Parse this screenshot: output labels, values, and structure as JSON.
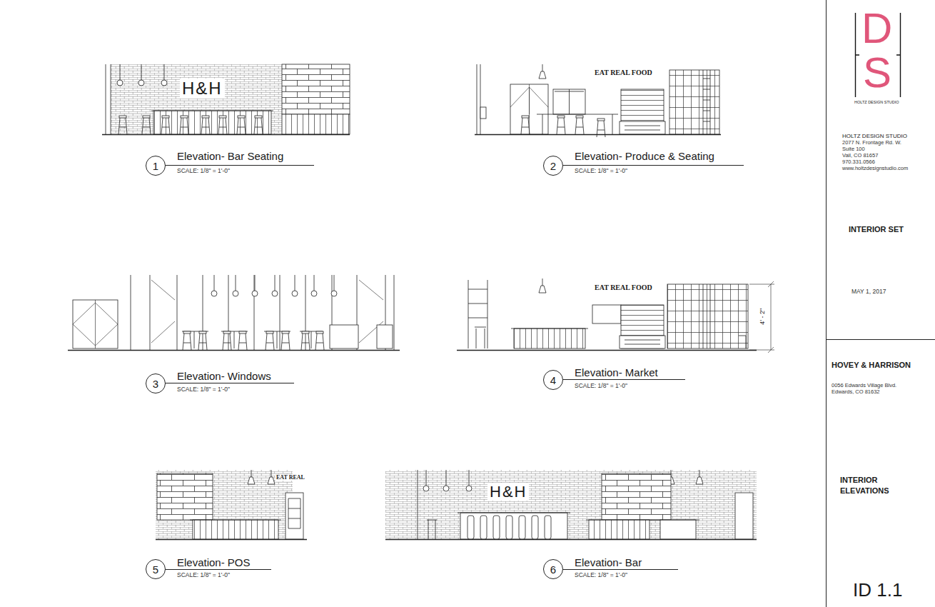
{
  "diagram": {
    "nodes": [
      {
        "text": [
          "1"
        ]
      },
      {
        "text": [
          "2"
        ]
      },
      {
        "text": [
          "3"
        ]
      },
      {
        "text": [
          "4"
        ]
      },
      {
        "text": [
          "5"
        ]
      },
      {
        "text": [
          "6"
        ]
      }
    ],
    "labels": [
      "H&H",
      "EAT REAL FOOD",
      "EAT REAL FOOD",
      "4' - 2\"",
      "EAT REAL",
      "H&H",
      "Elevation- Bar Seating",
      "SCALE:  1/8\" = 1'-0\"",
      "Elevation- Produce & Seating",
      "SCALE:  1/8\" = 1'-0\"",
      "Elevation- Windows",
      "SCALE:  1/8\" = 1'-0\"",
      "Elevation- Market",
      "SCALE:  1/8\" = 1'-0\"",
      "Elevation- POS",
      "SCALE:  1/8\" = 1'-0\"",
      "Elevation- Bar",
      "SCALE:  1/8\" = 1'-0\"",
      "D",
      "S",
      "HOLTZ DESIGN STUDIO",
      "HOLTZ DESIGN STUDIO",
      "2077 N. Frontage Rd. W.",
      "Suite 100",
      "Vail, CO 81657",
      "970.331.0566",
      "www.holtzdesignstudio.com",
      "INTERIOR SET",
      "MAY 1, 2017",
      "HOVEY & HARRISON",
      "0056 Edwards Village Blvd.",
      "Edwards, CO 81632",
      "INTERIOR ELEVATIONS",
      "ID 1.1"
    ]
  }
}
